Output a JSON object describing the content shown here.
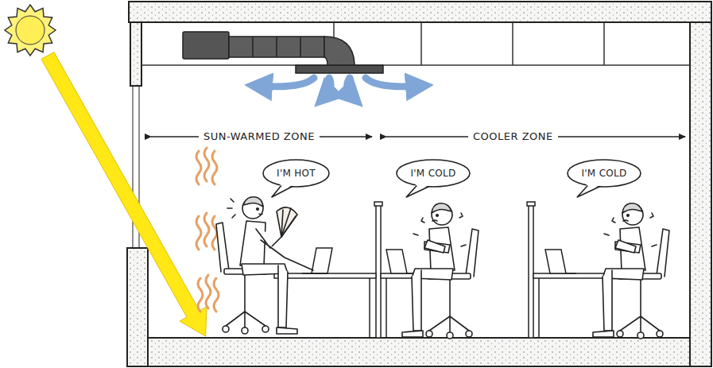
{
  "diagram": {
    "nodes": [
      {
        "text": [
          "I'M HOT"
        ]
      },
      {
        "text": [
          "I'M COLD"
        ]
      },
      {
        "text": [
          "I'M COLD"
        ]
      }
    ],
    "labels": [
      "SUN-WARMED ZONE",
      "COOLER ZONE"
    ]
  }
}
